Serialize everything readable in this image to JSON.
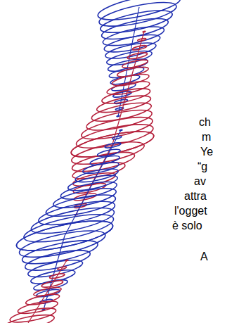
{
  "diagram": {
    "labels": [
      "ch",
      "m",
      "Ye",
      "“g",
      "av",
      "attra",
      "l'ogget",
      "è solo",
      "A"
    ]
  }
}
